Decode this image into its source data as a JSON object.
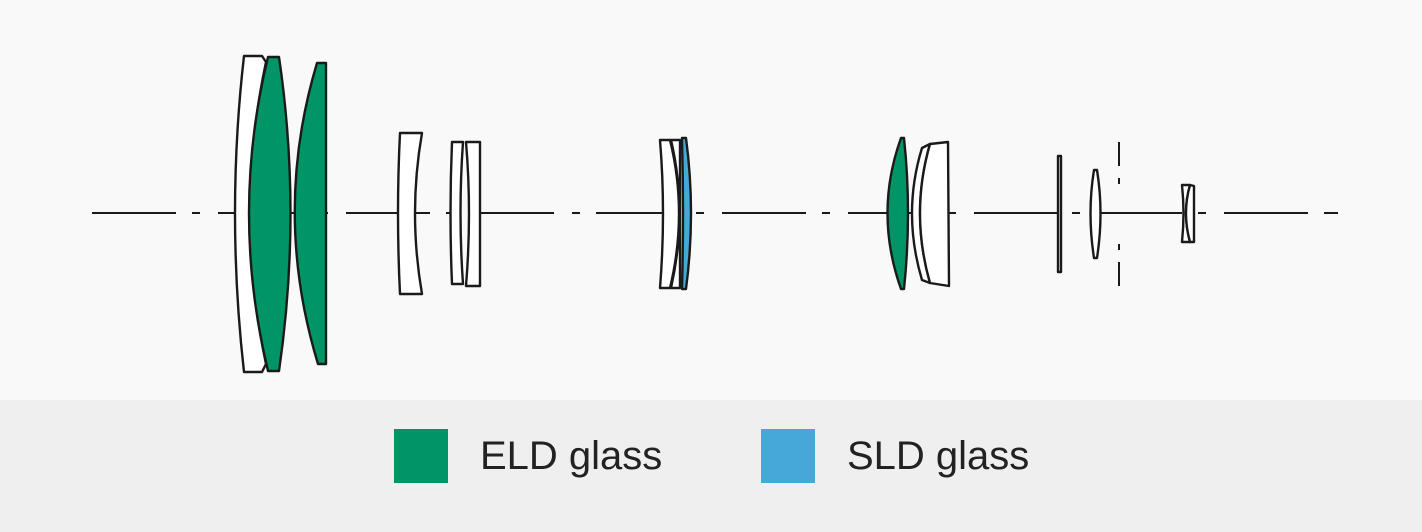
{
  "colors": {
    "eld": "#009467",
    "sld": "#46a8d6",
    "plain": "#ffffff",
    "stroke": "#1a1a1a"
  },
  "legend": {
    "items": [
      {
        "key": "eld",
        "label": "ELD glass"
      },
      {
        "key": "sld",
        "label": "SLD glass"
      }
    ]
  }
}
